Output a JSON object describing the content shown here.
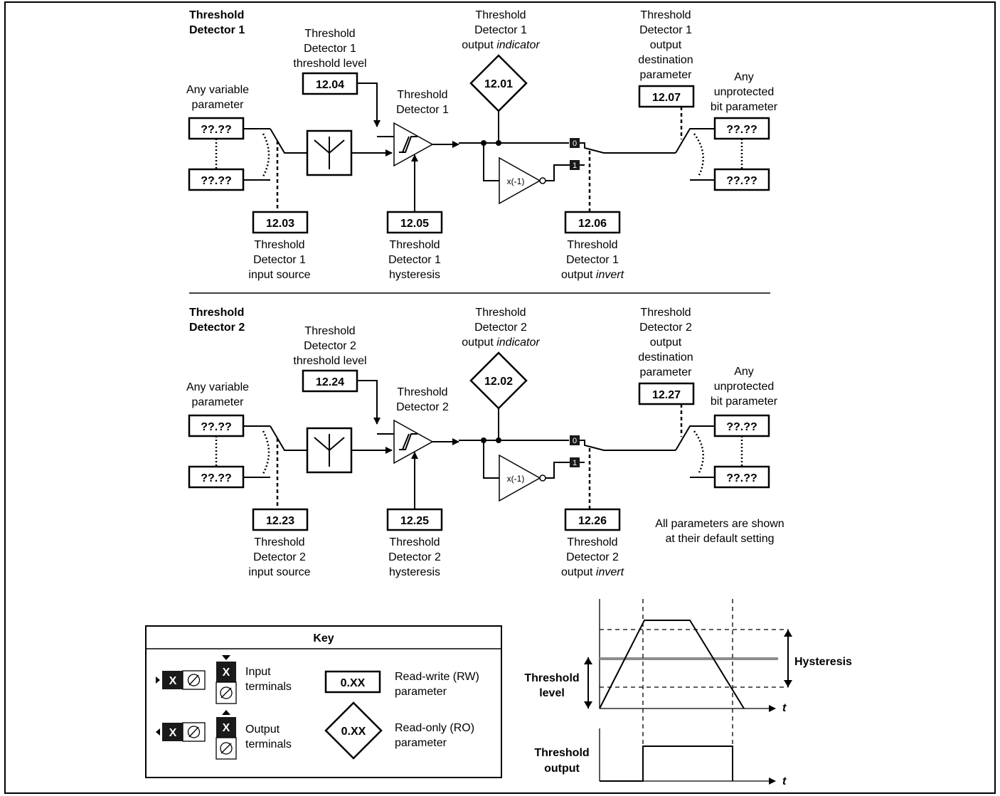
{
  "detectors": [
    {
      "title_line1": "Threshold",
      "title_line2": "Detector 1",
      "level_label": [
        "Threshold",
        "Detector 1",
        "threshold level"
      ],
      "level_param": "12.04",
      "block_label": [
        "Threshold",
        "Detector 1"
      ],
      "indicator_label": [
        "Threshold",
        "Detector 1"
      ],
      "indicator_label_prefix": "output",
      "indicator_label_em": "indicator",
      "indicator_param": "12.01",
      "dest_label": [
        "Threshold",
        "Detector 1",
        "output",
        "destination",
        "parameter"
      ],
      "dest_param": "12.07",
      "in_label": [
        "Any variable",
        "parameter"
      ],
      "in_params": [
        "??.??",
        "??.??"
      ],
      "out_label": [
        "Any",
        "unprotected",
        "bit parameter"
      ],
      "out_params": [
        "??.??",
        "??.??"
      ],
      "source_param": "12.03",
      "source_label": [
        "Threshold",
        "Detector 1",
        "input source"
      ],
      "hyst_param": "12.05",
      "hyst_label": [
        "Threshold",
        "Detector 1",
        "hysteresis"
      ],
      "invert_param": "12.06",
      "invert_label": [
        "Threshold",
        "Detector 1"
      ],
      "invert_label_prefix": "output",
      "invert_label_em": "invert",
      "inverter": "x(-1)",
      "switch_0": "0",
      "switch_1": "1"
    },
    {
      "title_line1": "Threshold",
      "title_line2": "Detector 2",
      "level_label": [
        "Threshold",
        "Detector 2",
        "threshold level"
      ],
      "level_param": "12.24",
      "block_label": [
        "Threshold",
        "Detector 2"
      ],
      "indicator_label": [
        "Threshold",
        "Detector 2"
      ],
      "indicator_label_prefix": "output",
      "indicator_label_em": "indicator",
      "indicator_param": "12.02",
      "dest_label": [
        "Threshold",
        "Detector 2",
        "output",
        "destination",
        "parameter"
      ],
      "dest_param": "12.27",
      "in_label": [
        "Any variable",
        "parameter"
      ],
      "in_params": [
        "??.??",
        "??.??"
      ],
      "out_label": [
        "Any",
        "unprotected",
        "bit parameter"
      ],
      "out_params": [
        "??.??",
        "??.??"
      ],
      "source_param": "12.23",
      "source_label": [
        "Threshold",
        "Detector 2",
        "input source"
      ],
      "hyst_param": "12.25",
      "hyst_label": [
        "Threshold",
        "Detector 2",
        "hysteresis"
      ],
      "invert_param": "12.26",
      "invert_label": [
        "Threshold",
        "Detector 2"
      ],
      "invert_label_prefix": "output",
      "invert_label_em": "invert",
      "inverter": "x(-1)",
      "switch_0": "0",
      "switch_1": "1"
    }
  ],
  "note": [
    "All parameters are shown",
    "at their default setting"
  ],
  "key": {
    "title": "Key",
    "terminal_x": "X",
    "input_terminals": [
      "Input",
      "terminals"
    ],
    "output_terminals": [
      "Output",
      "terminals"
    ],
    "rw_sample": "0.XX",
    "rw_label": [
      "Read-write (RW)",
      "parameter"
    ],
    "ro_sample": "0.XX",
    "ro_label": [
      "Read-only (RO)",
      "parameter"
    ]
  },
  "timing": {
    "threshold_level": [
      "Threshold",
      "level"
    ],
    "hysteresis": "Hysteresis",
    "threshold_output": [
      "Threshold",
      "output"
    ],
    "t_axis": "t",
    "level_line_color": "#8c8c8c"
  }
}
